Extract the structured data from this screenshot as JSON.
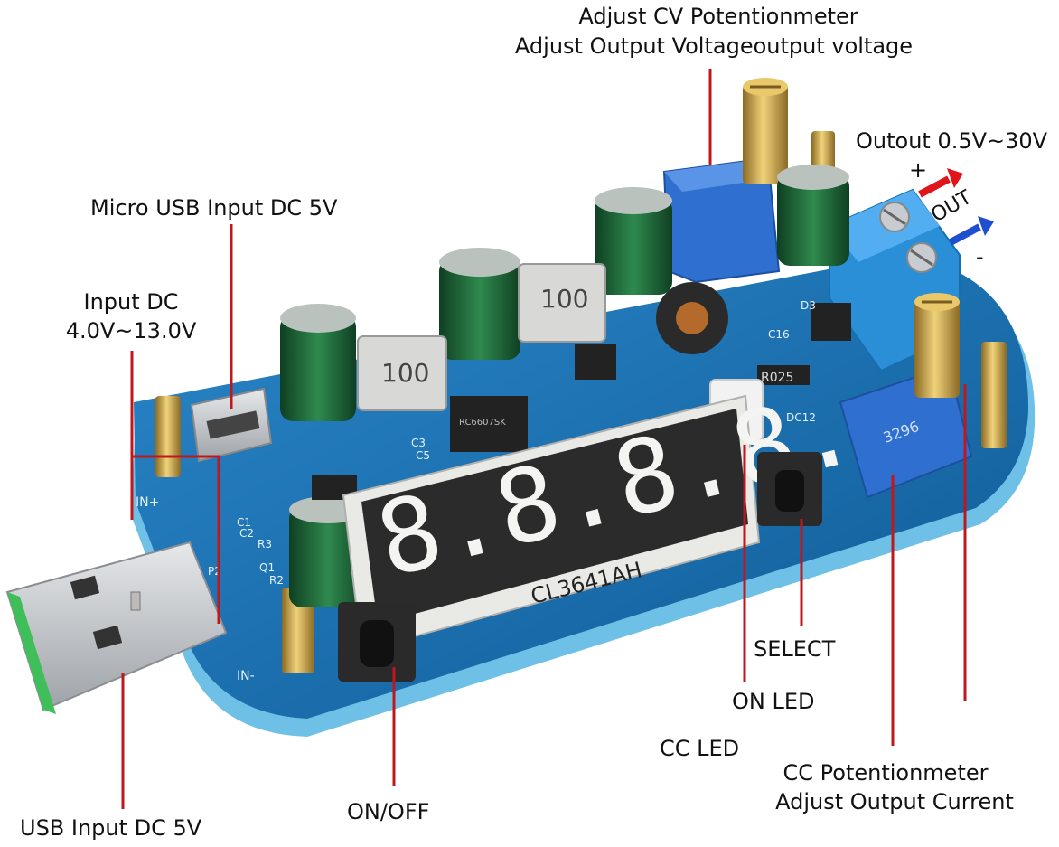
{
  "labels": {
    "cv_pot_line1": "Adjust CV Potentionmeter",
    "cv_pot_line2": "Adjust Output Voltageoutput voltage",
    "output_range": "Outout 0.5V~30V",
    "plus": "+",
    "minus": "-",
    "out": "OUT",
    "micro_usb": "Micro USB Input DC 5V",
    "input_dc_line1": "Input DC",
    "input_dc_line2": "4.0V~13.0V",
    "usb_input": "USB Input DC 5V",
    "on_off": "ON/OFF",
    "select": "SELECT",
    "on_led": "ON LED",
    "cc_led": "CC LED",
    "cc_pot_line1": "CC Potentionmeter",
    "cc_pot_line2": "Adjust Output Current"
  },
  "board": {
    "display_text": "8.8.8.8.",
    "display_part": "CL3641AH",
    "inductor_text": "100",
    "resistor_text": "R025",
    "silk_in_plus": "IN+",
    "silk_in_minus": "IN-",
    "silk_c16": "C16",
    "silk_c3": "C3",
    "silk_c5": "C5",
    "silk_d3": "D3",
    "silk_dc12": "DC12",
    "silk_p2": "P2",
    "silk_q1": "Q1",
    "silk_r2": "R2",
    "silk_r3": "R3",
    "silk_c1": "C1",
    "silk_c2": "C2",
    "trimpot_text": "3296",
    "chip_text": "RC6607SK"
  },
  "colors": {
    "pcb": "#1b73b8",
    "pcb_dark": "#0f5790",
    "pcb_edge": "#5fb0dc",
    "terminal": "#2a8fd6",
    "trimpot": "#2f6fd0",
    "brass": "#c9a24a",
    "capacitor": "#1f6a3a",
    "display_body": "#e9e9e6",
    "segment": "#f4f4f2",
    "leader_line": "#c0171c",
    "arrow_plus": "#e0141a",
    "arrow_minus": "#1f4fd0",
    "usb_metal": "#c9ccd0",
    "usb_green": "#3fbf5a"
  }
}
